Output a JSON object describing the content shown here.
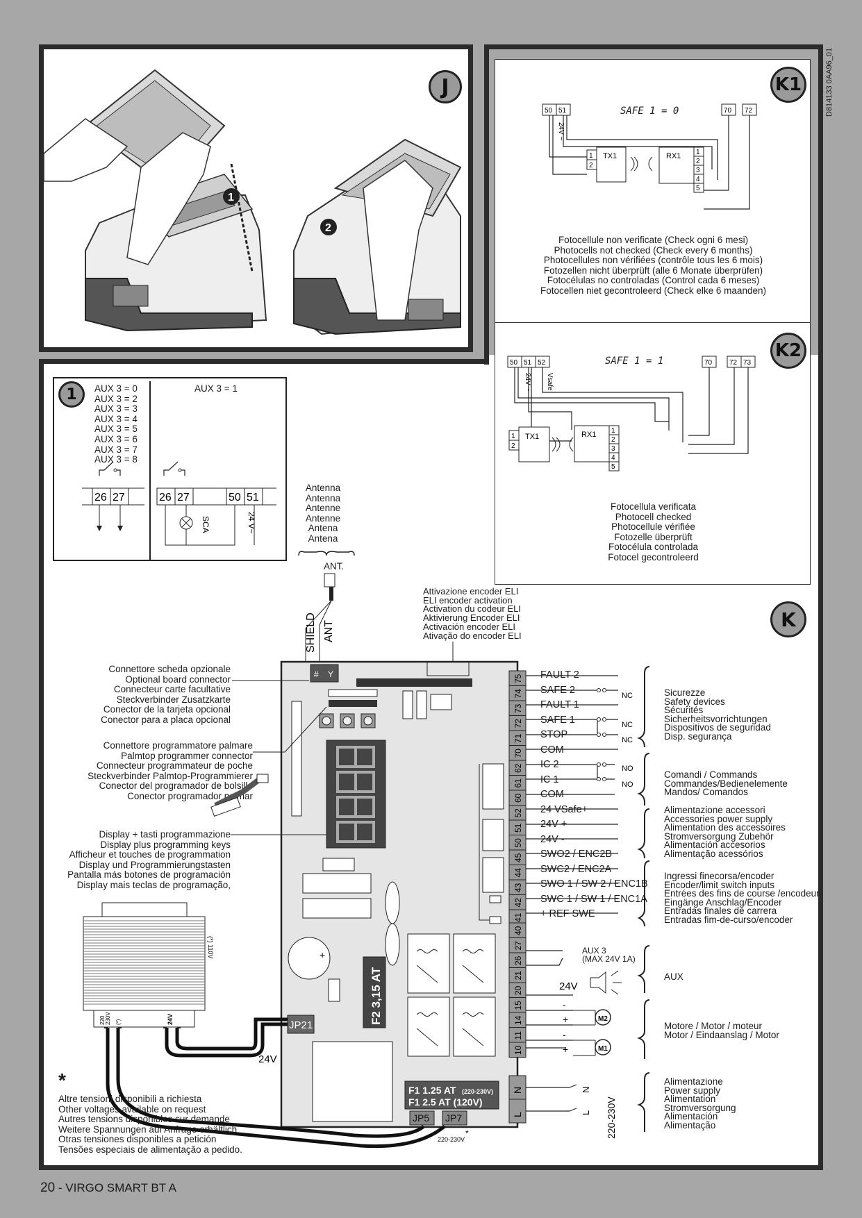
{
  "doc_code": "D814133 0AA96_01",
  "footer": {
    "page": "20",
    "title": "- VIRGO SMART BT A"
  },
  "panels": {
    "J": {
      "label": "J",
      "steps": [
        "1",
        "2"
      ]
    },
    "K1": {
      "label": "K1",
      "safe": "SAFE 1 = 0",
      "terminals": [
        "50",
        "51",
        "70",
        "72"
      ],
      "volt": "24V ~",
      "tx": "TX1",
      "rx": "RX1",
      "tx_pins": [
        "1",
        "2"
      ],
      "rx_pins": [
        "1",
        "2",
        "3",
        "4",
        "5"
      ],
      "notes": [
        "Fotocellule non verificate (Check ogni 6 mesi)",
        "Photocells not checked (Check every 6 months)",
        "Photocellules non vérifiées (contrôle tous les 6 mois)",
        "Fotozellen nicht überprüft (alle 6 Monate überprüfen)",
        "Fotocélulas no controladas (Control cada 6 meses)",
        "Fotocellen niet gecontroleerd (Check elke 6 maanden)"
      ]
    },
    "K2": {
      "label": "K2",
      "safe": "SAFE 1 = 1",
      "terminals": [
        "50",
        "51",
        "52",
        "70",
        "72",
        "73"
      ],
      "volt": "24V ~",
      "vsafe": "Vsafe",
      "tx": "TX1",
      "rx": "RX1",
      "notes": [
        "Fotocellula verificata",
        "Photocell checked",
        "Photocellule vérifiée",
        "Fotozelle überprüft",
        "Fotocélula controlada",
        "Fotocel gecontroleerd"
      ]
    },
    "one": {
      "label": "1",
      "aux_list": [
        "AUX 3 = 0",
        "AUX 3 = 2",
        "AUX 3 = 3",
        "AUX 3 = 4",
        "AUX 3 = 5",
        "AUX 3 = 6",
        "AUX 3 = 7",
        "AUX 3 = 8"
      ],
      "aux_one": "AUX 3 = 1",
      "terms_left": [
        "26",
        "27"
      ],
      "terms_right": [
        "26",
        "27",
        "50",
        "51"
      ],
      "sca": "SCA",
      "volt": "24 V~"
    },
    "K": {
      "label": "K",
      "antenna": [
        "Antenna",
        "Antenna",
        "Antenne",
        "Antenne",
        "Antena",
        "Antena"
      ],
      "ant": "ANT.",
      "shield": "SHIELD",
      "ant_wire": "ANT",
      "encoder": [
        "Attivazione encoder ELI",
        "ELI encoder activation",
        "Activation du codeur ELI",
        "Aktivierung Encoder ELI",
        "Activación encoder ELI",
        "Ativação do encoder ELI"
      ],
      "optional_board": [
        "Connettore scheda opzionale",
        "Optional board connector",
        "Connecteur carte facultative",
        "Steckverbinder Zusatzkarte",
        "Conector de la tarjeta opcional",
        "Conector para a placa opcional"
      ],
      "palmtop": [
        "Connettore programmatore palmare",
        "Palmtop programmer connector",
        "Connecteur programmateur de poche",
        "Steckverbinder Palmtop-Programmierer",
        "Conector del programador de bolsillo",
        "Conector programador palmar"
      ],
      "display": [
        "Display + tasti programmazione",
        "Display plus programming keys",
        "Afficheur et touches de programmation",
        "Display und Programmierungstasten",
        "Pantalla más botones de programación",
        "Display mais teclas de programação,"
      ],
      "terminals": [
        "75",
        "74",
        "73",
        "72",
        "71",
        "70",
        "62",
        "61",
        "60",
        "52",
        "51",
        "50",
        "45",
        "44",
        "43",
        "42",
        "41",
        "40",
        "27",
        "26",
        "21",
        "20",
        "15",
        "14",
        "11",
        "10"
      ],
      "signals": [
        "FAULT 2",
        "SAFE 2",
        "FAULT 1",
        "SAFE 1",
        "STOP",
        "COM",
        "IC 2",
        "IC 1",
        "COM",
        "24 VSafe+",
        "24V +",
        "24V -",
        "SWO2 / ENC2B",
        "SWC2 / ENC2A",
        "SWO 1 / SW 2 / ENC1B",
        "SWC 1 / SW 1 / ENC1A",
        "+ REF SWE"
      ],
      "nc": "NC",
      "no": "NO",
      "safety": [
        "Sicurezze",
        "Safety devices",
        "Sécurités",
        "Sicherheitsvorrichtungen",
        "Dispositivos de seguridad",
        "Disp. segurança"
      ],
      "commands": [
        "Comandi / Commands",
        "Commandes/Bedienelemente",
        "Mandos/ Comandos"
      ],
      "power_acc": [
        "Alimentazione accessori",
        "Accessories power supply",
        "Alimentation des accessoires",
        "Stromversorgung Zubehör",
        "Alimentación accesorios",
        "Alimentação acessórios"
      ],
      "limit": [
        "Ingressi finecorsa/encoder",
        "Encoder/limit switch inputs",
        "Entrées des fins de course /encodeur",
        "Eingänge Anschlag/Encoder",
        "Entradas finales de carrera",
        "Entradas fim-de-curso/encoder"
      ],
      "aux3": [
        "AUX 3",
        "(MAX 24V 1A)"
      ],
      "aux": "AUX",
      "lamp": "24V",
      "motor": [
        "Motore / Motor / moteur",
        "Motor / Eindaanslag / Motor"
      ],
      "m2": "M2",
      "m1": "M1",
      "plus": "+",
      "minus": "-",
      "supply": [
        "Alimentazione",
        "Power supply",
        "Alimentation",
        "Stromversorgung",
        "Alimentación",
        "Alimentação"
      ],
      "supply_v": "220-230V",
      "ln": [
        "N",
        "L"
      ],
      "fuse_f2": "F2 3,15 AT",
      "fuse_f1a": "F1 1.25 AT",
      "fuse_f1a_v": "(220-230V)",
      "fuse_f1b": "F1  2.5 AT (120V)",
      "jp5": "JP5",
      "jp7": "JP7",
      "jp21": "JP21",
      "jp_volt": "220-230V",
      "trafo_24": "24V",
      "trafo_prim": [
        "220",
        "230V",
        "(*)"
      ],
      "trafo_110": "(*) 110V",
      "trafo_24v": "24V",
      "star": "*",
      "other_v": [
        "Altre tensioni disponibili a richiesta",
        "Other voltages available on request",
        "Autres tensions disponibles sur demande",
        "Weitere Spannungen auf Anfrage erhältlich",
        "Otras tensiones disponibles a petición",
        "Tensões especiais de alimentação a pedido."
      ]
    }
  }
}
